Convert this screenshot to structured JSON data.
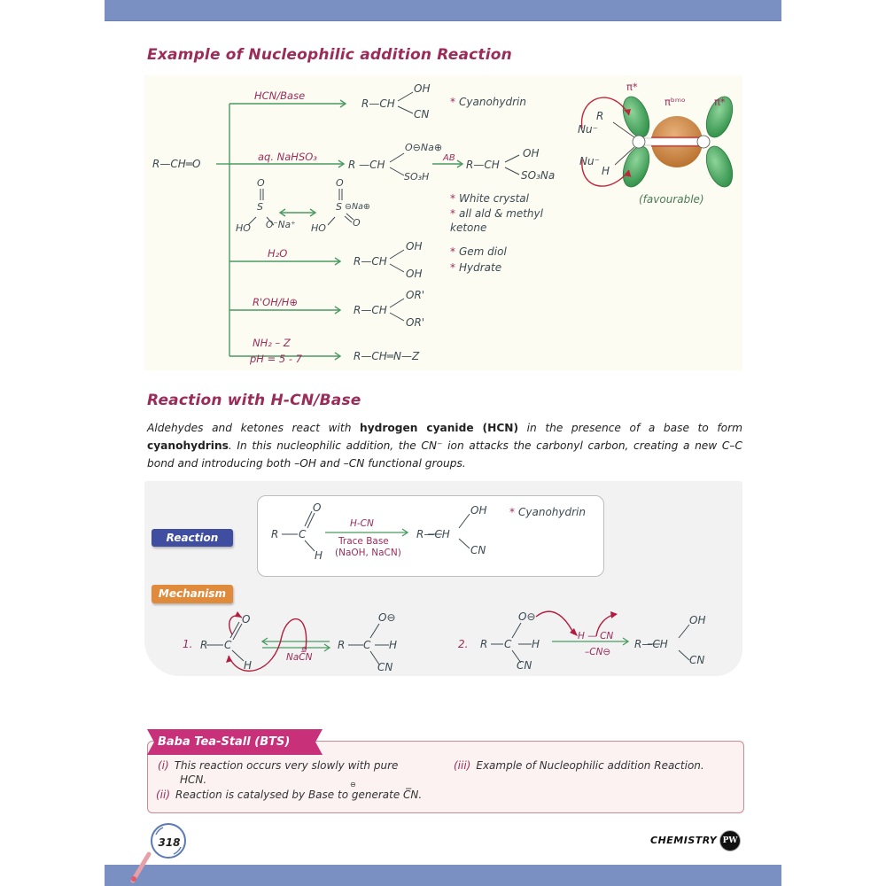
{
  "page": {
    "number": "318",
    "subject": "CHEMISTRY",
    "logo": "PW",
    "colors": {
      "bar": "#7a8fc2",
      "heading": "#9b2c5a",
      "arrow_green": "#4a9a62",
      "reaction_tag": "#3f4ea0",
      "mechanism_tag": "#e08a3c",
      "bts_banner": "#c9307a",
      "orbital_green": "#3fa35a",
      "orbital_orange": "#c9843a"
    }
  },
  "section1": {
    "title": "Example of Nucleophilic addition Reaction",
    "reactant": "R—CH═O",
    "branches": [
      {
        "reagent": "HCN/Base",
        "product": "R—CH(OH)(CN)",
        "product_top": "OH",
        "product_bottom": "CN",
        "notes": [
          "Cyanohydrin"
        ]
      },
      {
        "reagent": "aq. NaHSO₃",
        "product": "R—CH(O⊖Na⊕)(SO₃H)",
        "product_top": "O⊖Na⊕",
        "product_bottom": "SO₃H",
        "followup_reagent": "AB",
        "followup_product": "R—CH(OH)(SO₃Na)",
        "followup_top": "OH",
        "followup_bottom": "SO₃Na",
        "notes": [
          "White crystal",
          "all ald & methyl ketone"
        ]
      },
      {
        "reagent": "H₂O",
        "product": "R—CH(OH)(OH)",
        "product_top": "OH",
        "product_bottom": "OH",
        "notes": [
          "Gem diol",
          "Hydrate"
        ]
      },
      {
        "reagent": "R'OH/H⊕",
        "product": "R—CH(OR')(OR')",
        "product_top": "OR'",
        "product_bottom": "OR'",
        "notes": []
      },
      {
        "reagent": "NH₂ – Z",
        "reagent2": "pH = 5 - 7",
        "product": "R—CH═N—Z",
        "notes": []
      }
    ],
    "resonance": {
      "left": {
        "top": "O",
        "center": "S",
        "left": "HO",
        "right": "O⁻Na⁺"
      },
      "right": {
        "top": "O",
        "center": "S",
        "charge": "⊖Na⊕",
        "left": "HO",
        "bottom_right": "O"
      }
    },
    "orbital_diagram": {
      "labels": {
        "pi_star_left": "π*",
        "pi_bmo": "πᵇᵐᵒ",
        "pi_star_right": "π*",
        "sub_r": "R",
        "sub_h": "H",
        "nu_top": "Nu⁻",
        "nu_bottom": "Nu⁻"
      },
      "caption": "(favourable)"
    }
  },
  "section2": {
    "title": "Reaction with H-CN/Base",
    "paragraph": {
      "p1": "Aldehydes and ketones react with ",
      "b1": "hydrogen cyanide (HCN)",
      "p2": " in the presence of a base to form ",
      "b2": "cyanohydrins",
      "p3": ". In this nucleophilic addition, the CN⁻ ion attacks the carbonyl carbon, creating a new C–C bond and introducing both –OH and –CN functional groups."
    },
    "reaction_tag": "Reaction",
    "reaction": {
      "reactant_r": "R",
      "reactant_c": "C",
      "reactant_o": "O",
      "reactant_h": "H",
      "reagent_top": "H-CN",
      "reagent_bottom1": "Trace Base",
      "reagent_bottom2": "(NaOH, NaCN)",
      "product": "R—CH",
      "product_top": "OH",
      "product_bottom": "CN",
      "note": "Cyanohydrin"
    },
    "mechanism_tag": "Mechanism",
    "mechanism": [
      {
        "step": "1.",
        "reactant_r": "R",
        "reactant_c": "C",
        "reactant_o": "O",
        "reactant_h": "H",
        "reagent": "NaC̅N",
        "reagent_charge": "⊖",
        "product_r": "R",
        "product_c": "C",
        "product_o": "O⊖",
        "product_h": "H",
        "product_cn": "CN"
      },
      {
        "step": "2.",
        "reactant_r": "R",
        "reactant_c": "C",
        "reactant_o": "O⊖",
        "reactant_h": "H",
        "reactant_cn": "CN",
        "reagent_top": "H — CN",
        "reagent_bottom": "–CN⊖",
        "product": "R—CH",
        "product_top": "OH",
        "product_bottom": "CN"
      }
    ]
  },
  "bts": {
    "title": "Baba Tea-Stall (BTS)",
    "items": [
      {
        "num": "(i)",
        "text": "This reaction occurs very  slowly with pure",
        "text2": "HCN."
      },
      {
        "num": "(ii)",
        "text": "Reaction is catalysed by Base to generate C̅N.",
        "charge": "⊖"
      },
      {
        "num": "(iii)",
        "text": "Example of Nucleophilic addition Reaction."
      }
    ]
  }
}
